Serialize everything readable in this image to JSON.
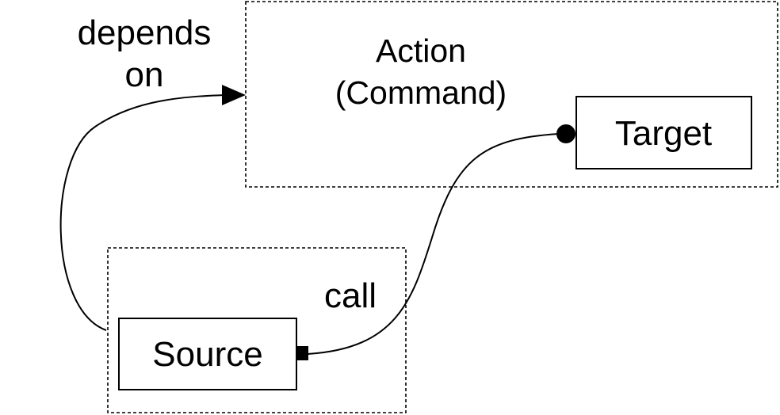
{
  "colors": {
    "ink": "#000000",
    "background": "#ffffff"
  },
  "labels": {
    "depends_line1": "depends",
    "depends_line2": "on",
    "action_line1": "Action",
    "action_line2": "(Command)",
    "target": "Target",
    "source": "Source",
    "call": "call"
  },
  "icons": [
    "arrowhead-icon",
    "circle-end-icon",
    "square-end-icon"
  ]
}
